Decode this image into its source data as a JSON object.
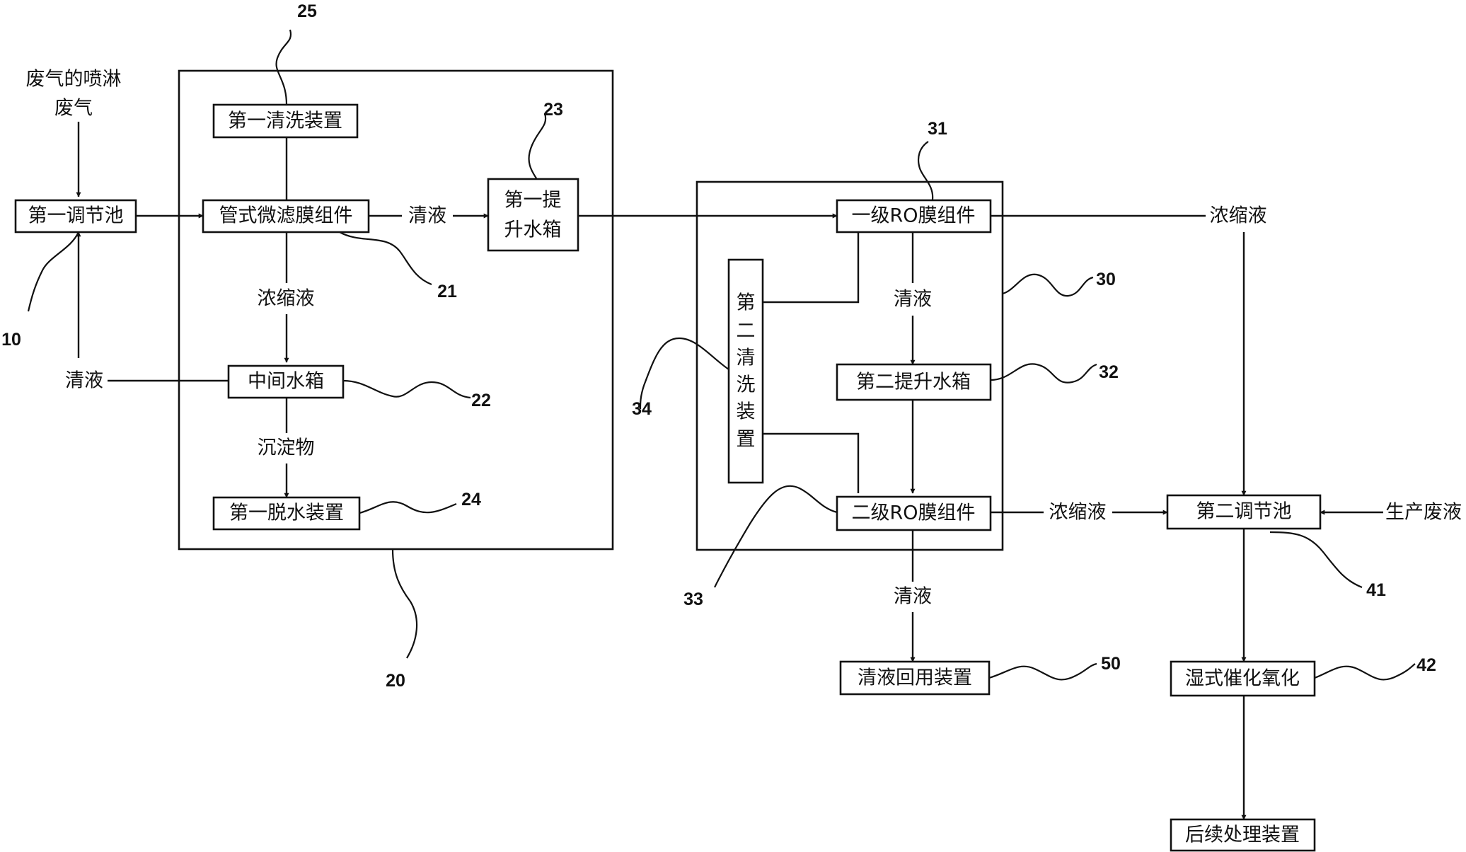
{
  "diagram": {
    "inputs": {
      "exhaust_line1": "废气的喷淋",
      "exhaust_line2": "废气",
      "production_wastewater": "生产废液"
    },
    "boxes": {
      "first_regulating_tank": "第一调节池",
      "first_cleaning_device": "第一清洗装置",
      "tubular_microfiltration_module": "管式微滤膜组件",
      "first_lift_tank_line1": "第一提",
      "first_lift_tank_line2": "升水箱",
      "intermediate_tank": "中间水箱",
      "first_dewatering_device": "第一脱水装置",
      "primary_ro_module": "一级RO膜组件",
      "second_lift_tank": "第二提升水箱",
      "secondary_ro_module": "二级RO膜组件",
      "second_cleaning_device": [
        "第",
        "二",
        "清",
        "洗",
        "装",
        "置"
      ],
      "clear_liquid_reuse_device": "清液回用装置",
      "second_regulating_tank": "第二调节池",
      "wet_catalytic_oxidation": "湿式催化氧化",
      "subsequent_treatment_device": "后续处理装置"
    },
    "flow_labels": {
      "clear_liquid": "清液",
      "concentrate": "浓缩液",
      "sediment": "沉淀物"
    },
    "reference_numbers": {
      "n10": "10",
      "n20": "20",
      "n21": "21",
      "n22": "22",
      "n23": "23",
      "n24": "24",
      "n25": "25",
      "n30": "30",
      "n31": "31",
      "n32": "32",
      "n33": "33",
      "n34": "34",
      "n41": "41",
      "n42": "42",
      "n50": "50"
    }
  }
}
